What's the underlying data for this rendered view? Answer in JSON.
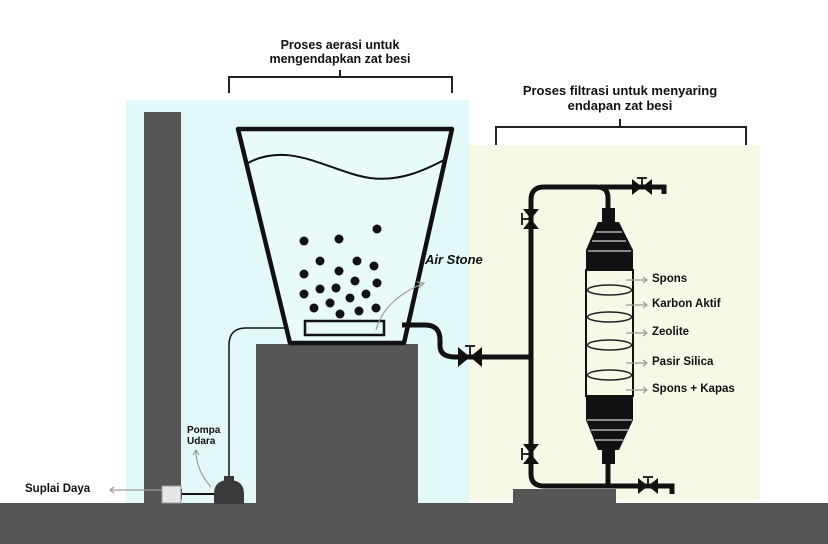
{
  "aeration": {
    "title_line1": "Proses aerasi untuk",
    "title_line2": "mengendapkan zat besi",
    "air_stone": "Air Stone",
    "pump_line1": "Pompa",
    "pump_line2": "Udara",
    "power": "Suplai Daya"
  },
  "filtration": {
    "title_line1": "Proses filtrasi untuk menyaring",
    "title_line2": "endapan zat besi",
    "layers": [
      "Spons",
      "Karbon Aktif",
      "Zeolite",
      "Pasir Silica",
      "Spons + Kapas"
    ]
  },
  "colors": {
    "aeration_bg": "#e3f8f8",
    "filtration_bg": "#f7f9e6",
    "structure": "#565656",
    "pipe": "#111111",
    "arrow": "#9a9a9a"
  }
}
